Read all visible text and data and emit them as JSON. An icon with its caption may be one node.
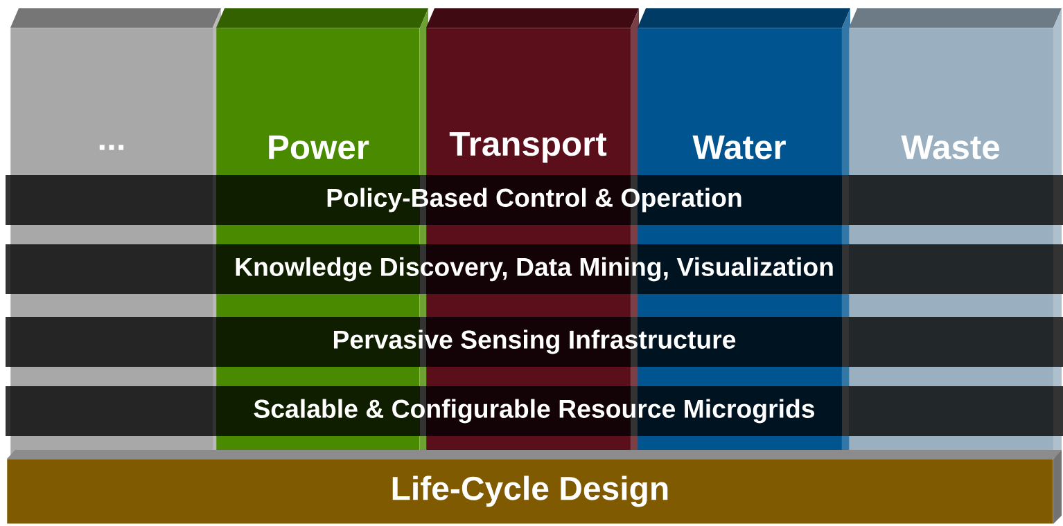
{
  "diagram": {
    "nodes": [
      {
        "text": [
          "..."
        ]
      },
      {
        "text": [
          "Power"
        ]
      },
      {
        "text": [
          "Transport"
        ]
      },
      {
        "text": [
          "Water"
        ]
      },
      {
        "text": [
          "Waste"
        ]
      },
      {
        "text": [
          "Policy-Based Control & Operation"
        ]
      },
      {
        "text": [
          "Knowledge Discovery, Data Mining, Visualization"
        ]
      },
      {
        "text": [
          "Pervasive Sensing Infrastructure"
        ]
      },
      {
        "text": [
          "Scalable & Configurable Resource Microgrids"
        ]
      },
      {
        "text": [
          "Life-Cycle Design"
        ]
      }
    ]
  }
}
